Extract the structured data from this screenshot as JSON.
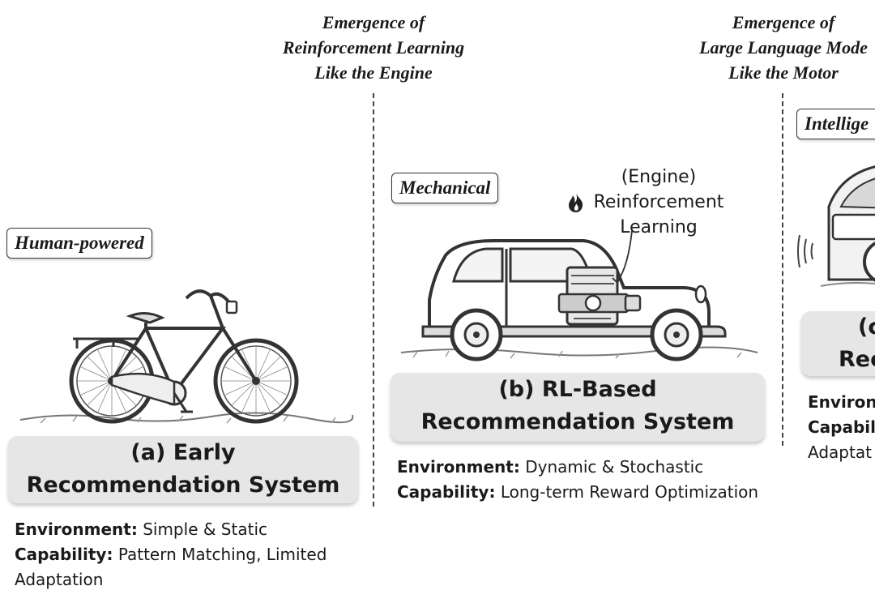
{
  "eras": [
    {
      "lines": [
        "Emergence of",
        "Reinforcement Learning",
        "Like the Engine"
      ]
    },
    {
      "lines": [
        "Emergence of",
        "Large Language Mode",
        "Like the Motor"
      ]
    }
  ],
  "stages": [
    {
      "tag": "Human-powered",
      "title_lines": [
        "(a) Early",
        "Recommendation System"
      ],
      "environment_label": "Environment:",
      "environment_value": " Simple & Static",
      "capability_label": "Capability:",
      "capability_value": " Pattern Matching, Limited",
      "capability_value_cont": "Adaptation"
    },
    {
      "tag": "Mechanical",
      "title_lines": [
        "(b) RL-Based",
        "Recommendation System"
      ],
      "environment_label": "Environment:",
      "environment_value": " Dynamic & Stochastic",
      "capability_label": "Capability:",
      "capability_value": " Long-term Reward Optimization",
      "engine_lines": [
        "(Engine)",
        "Reinforcement",
        "Learning"
      ]
    },
    {
      "tag": "Intellige",
      "title_lines": [
        "(c",
        "Rec"
      ],
      "environment_label": "Environ",
      "capability_label": "Capabil",
      "capability_value_cont": "Adaptat"
    }
  ],
  "colors": {
    "box_fill": "#e6e6e6",
    "line": "#333333",
    "flame": "#222222"
  }
}
